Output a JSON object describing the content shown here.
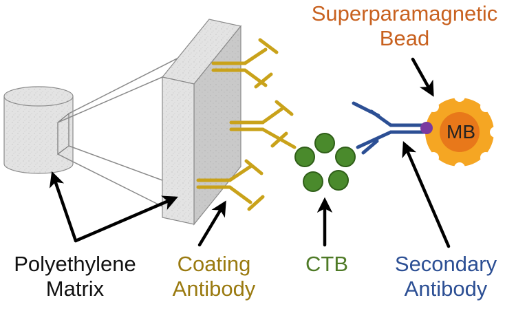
{
  "labels": {
    "matrix_line1": "Polyethylene",
    "matrix_line2": "Matrix",
    "coating_line1": "Coating",
    "coating_line2": "Antibody",
    "ctb": "CTB",
    "secondary_line1": "Secondary",
    "secondary_line2": "Antibody",
    "bead_line1": "Superparamagnetic",
    "bead_line2": "Bead",
    "bead_inner": "MB"
  },
  "colors": {
    "matrix_text": "#111111",
    "coating_antibody": "#c9a21a",
    "coating_text": "#9a7a10",
    "ctb": "#4a8a2c",
    "ctb_text": "#4e7a26",
    "secondary_antibody": "#2c4f94",
    "bead": "#f5a623",
    "bead_text": "#c8611f",
    "arrow": "#000000"
  }
}
